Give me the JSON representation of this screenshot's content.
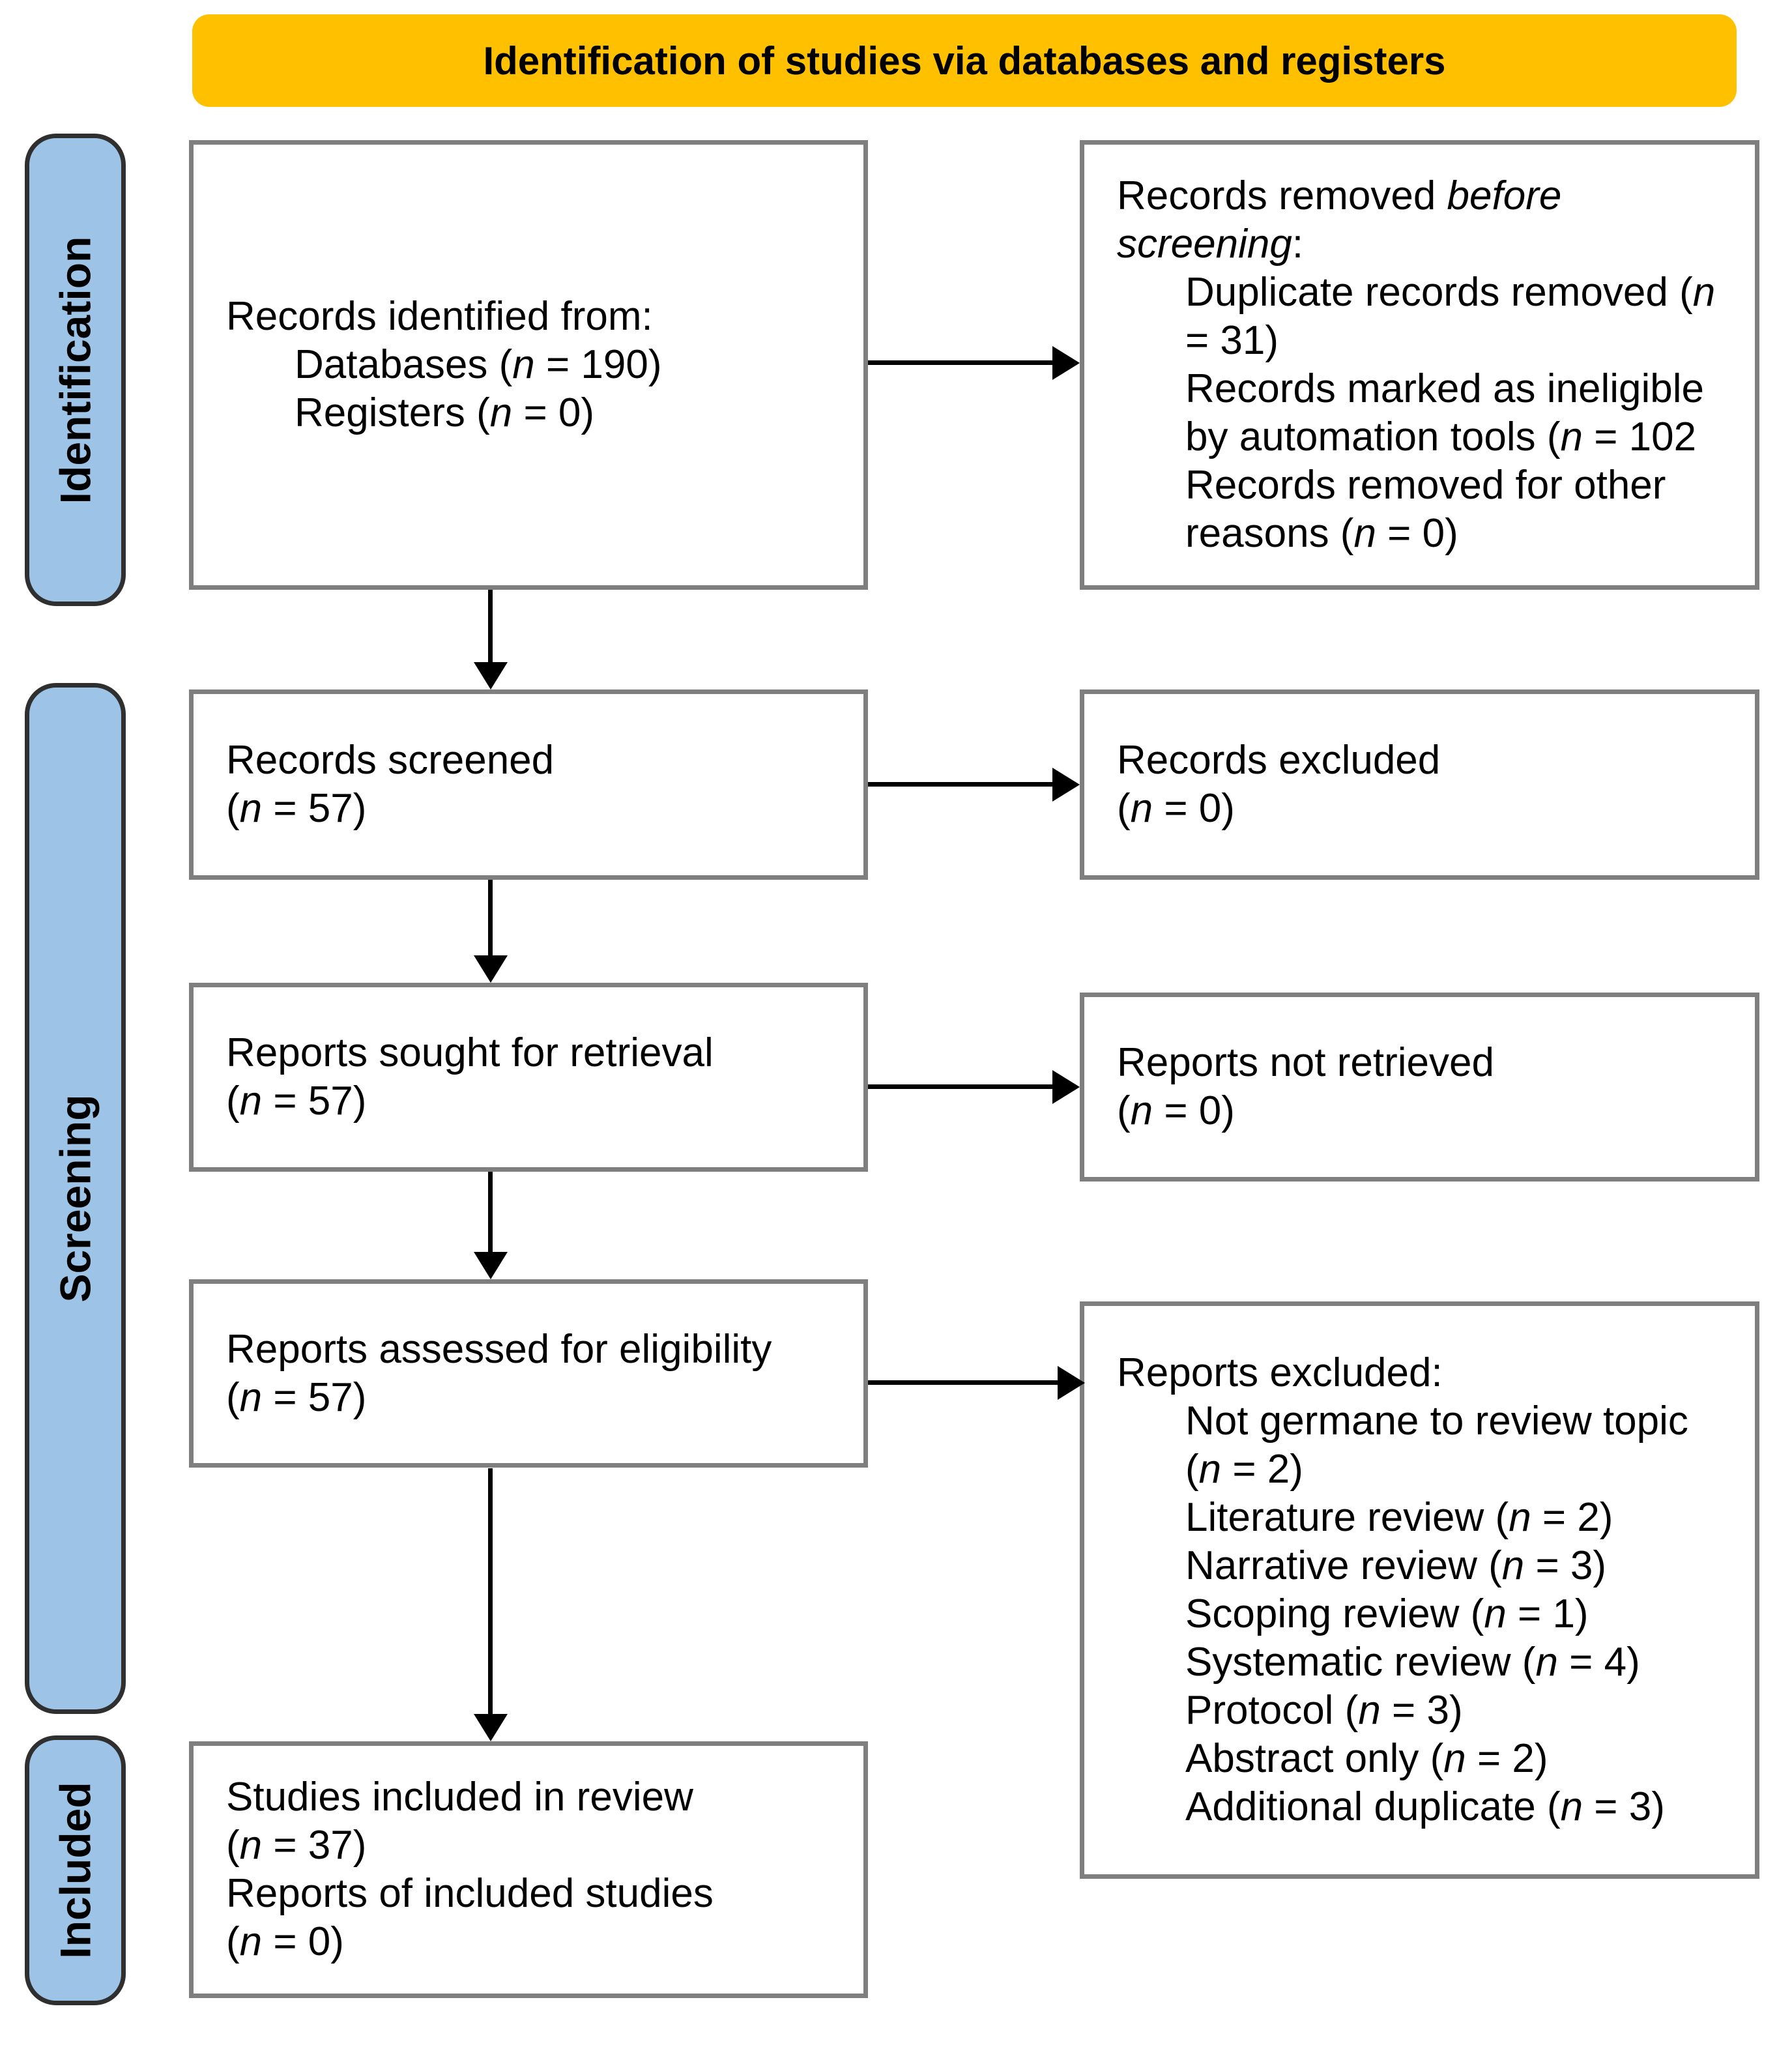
{
  "banner": {
    "label": "Identification of studies via databases and registers"
  },
  "colors": {
    "banner_bg": "#FFC000",
    "banner_text": "#000000",
    "stage_bg": "#9DC3E6",
    "stage_border": "#2F2F2F",
    "box_bg": "#FFFFFF",
    "box_border": "#7F7F7F",
    "arrow": "#000000",
    "text": "#000000",
    "page_bg": "#FFFFFF"
  },
  "sidebar": [
    {
      "label": "Identification"
    },
    {
      "label": "Screening"
    },
    {
      "label": "Included"
    }
  ],
  "boxes": [
    {
      "name": "records-identified",
      "lines": [
        {
          "indent": false,
          "seg": [
            {
              "t": "Records identified from:"
            }
          ]
        },
        {
          "indent": true,
          "seg": [
            {
              "t": "Databases ("
            },
            {
              "t": "n",
              "i": true
            },
            {
              "t": " = 190)"
            }
          ]
        },
        {
          "indent": true,
          "seg": [
            {
              "t": "Registers ("
            },
            {
              "t": "n",
              "i": true
            },
            {
              "t": " = 0)"
            }
          ]
        }
      ]
    },
    {
      "name": "records-removed-before-screening",
      "lines": [
        {
          "indent": false,
          "seg": [
            {
              "t": "Records removed "
            },
            {
              "t": "before screening",
              "i": true
            },
            {
              "t": ":"
            }
          ]
        },
        {
          "indent": true,
          "seg": [
            {
              "t": "Duplicate records removed ("
            },
            {
              "t": "n",
              "i": true
            },
            {
              "t": " = 31)"
            }
          ]
        },
        {
          "indent": true,
          "seg": [
            {
              "t": "Records marked as ineligible by automation tools ("
            },
            {
              "t": "n",
              "i": true
            },
            {
              "t": " = 102"
            }
          ]
        },
        {
          "indent": true,
          "seg": [
            {
              "t": "Records removed for other reasons ("
            },
            {
              "t": "n",
              "i": true
            },
            {
              "t": " = 0)"
            }
          ]
        }
      ]
    },
    {
      "name": "records-screened",
      "lines": [
        {
          "indent": false,
          "seg": [
            {
              "t": "Records screened"
            }
          ]
        },
        {
          "indent": false,
          "seg": [
            {
              "t": "("
            },
            {
              "t": "n",
              "i": true
            },
            {
              "t": " = 57)"
            }
          ]
        }
      ]
    },
    {
      "name": "records-excluded",
      "lines": [
        {
          "indent": false,
          "seg": [
            {
              "t": "Records excluded"
            }
          ]
        },
        {
          "indent": false,
          "seg": [
            {
              "t": "("
            },
            {
              "t": "n",
              "i": true
            },
            {
              "t": " = 0)"
            }
          ]
        }
      ]
    },
    {
      "name": "reports-sought-for-retrieval",
      "lines": [
        {
          "indent": false,
          "seg": [
            {
              "t": "Reports sought for retrieval"
            }
          ]
        },
        {
          "indent": false,
          "seg": [
            {
              "t": "("
            },
            {
              "t": "n",
              "i": true
            },
            {
              "t": " = 57)"
            }
          ]
        }
      ]
    },
    {
      "name": "reports-not-retrieved",
      "lines": [
        {
          "indent": false,
          "seg": [
            {
              "t": "Reports not retrieved"
            }
          ]
        },
        {
          "indent": false,
          "seg": [
            {
              "t": "("
            },
            {
              "t": "n",
              "i": true
            },
            {
              "t": " = 0)"
            }
          ]
        }
      ]
    },
    {
      "name": "reports-assessed-for-eligibility",
      "lines": [
        {
          "indent": false,
          "seg": [
            {
              "t": "Reports assessed for eligibility"
            }
          ]
        },
        {
          "indent": false,
          "seg": [
            {
              "t": "("
            },
            {
              "t": "n",
              "i": true
            },
            {
              "t": " = 57)"
            }
          ]
        }
      ]
    },
    {
      "name": "reports-excluded",
      "lines": [
        {
          "indent": false,
          "seg": [
            {
              "t": "Reports excluded:"
            }
          ]
        },
        {
          "indent": true,
          "seg": [
            {
              "t": "Not germane to review topic ("
            },
            {
              "t": "n",
              "i": true
            },
            {
              "t": " = 2)"
            }
          ]
        },
        {
          "indent": true,
          "seg": [
            {
              "t": "Literature review ("
            },
            {
              "t": "n",
              "i": true
            },
            {
              "t": " = 2)"
            }
          ]
        },
        {
          "indent": true,
          "seg": [
            {
              "t": "Narrative review ("
            },
            {
              "t": "n",
              "i": true
            },
            {
              "t": " = 3)"
            }
          ]
        },
        {
          "indent": true,
          "seg": [
            {
              "t": "Scoping review ("
            },
            {
              "t": "n",
              "i": true
            },
            {
              "t": " = 1)"
            }
          ]
        },
        {
          "indent": true,
          "seg": [
            {
              "t": "Systematic review ("
            },
            {
              "t": "n",
              "i": true
            },
            {
              "t": " = 4)"
            }
          ]
        },
        {
          "indent": true,
          "seg": [
            {
              "t": "Protocol ("
            },
            {
              "t": "n",
              "i": true
            },
            {
              "t": " = 3)"
            }
          ]
        },
        {
          "indent": true,
          "seg": [
            {
              "t": "Abstract only ("
            },
            {
              "t": "n",
              "i": true
            },
            {
              "t": " = 2)"
            }
          ]
        },
        {
          "indent": true,
          "seg": [
            {
              "t": "Additional duplicate ("
            },
            {
              "t": "n",
              "i": true
            },
            {
              "t": " = 3)"
            }
          ]
        }
      ]
    },
    {
      "name": "studies-included-in-review",
      "lines": [
        {
          "indent": false,
          "seg": [
            {
              "t": "Studies included in review"
            }
          ]
        },
        {
          "indent": false,
          "seg": [
            {
              "t": "("
            },
            {
              "t": "n",
              "i": true
            },
            {
              "t": " = 37)"
            }
          ]
        },
        {
          "indent": false,
          "seg": [
            {
              "t": "Reports of included studies"
            }
          ]
        },
        {
          "indent": false,
          "seg": [
            {
              "t": "("
            },
            {
              "t": "n",
              "i": true
            },
            {
              "t": " = 0)"
            }
          ]
        }
      ]
    }
  ]
}
